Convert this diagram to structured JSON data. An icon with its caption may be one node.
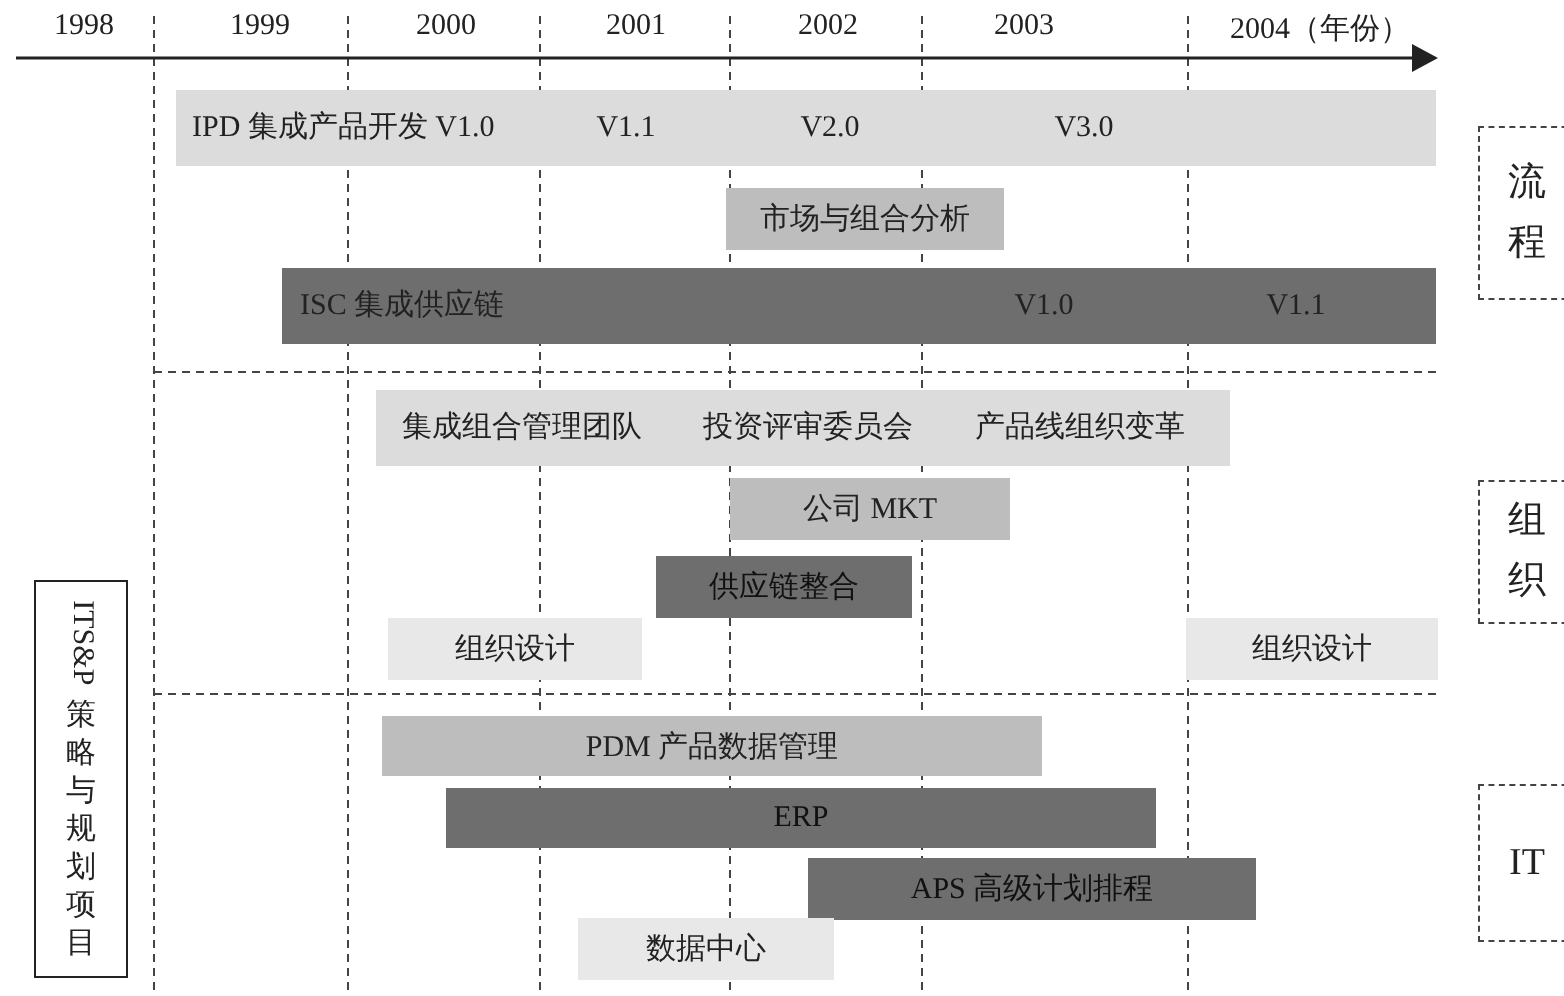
{
  "diagram": {
    "nodes": [
      {
        "text": [
          "IPD 集成产品开发 V1.0",
          "V1.1",
          "V2.0",
          "V3.0"
        ]
      },
      {
        "text": [
          "市场与组合分析"
        ]
      },
      {
        "text": [
          "ISC 集成供应链",
          "V1.0",
          "V1.1"
        ]
      },
      {
        "text": [
          "流程"
        ]
      },
      {
        "text": [
          "集成组合管理团队",
          "投资评审委员会",
          "产品线组织变革"
        ]
      },
      {
        "text": [
          "公司 MKT"
        ]
      },
      {
        "text": [
          "供应链整合"
        ]
      },
      {
        "text": [
          "组织"
        ]
      },
      {
        "text": [
          "ITS&P 策略与规划项目"
        ]
      },
      {
        "text": [
          "组织设计"
        ]
      },
      {
        "text": [
          "组织设计"
        ]
      },
      {
        "text": [
          "PDM 产品数据管理"
        ]
      },
      {
        "text": [
          "ERP"
        ]
      },
      {
        "text": [
          "APS 高级计划排程"
        ]
      },
      {
        "text": [
          "IT"
        ]
      },
      {
        "text": [
          "数据中心"
        ]
      }
    ],
    "edges": [],
    "labels": [
      "1998",
      "1999",
      "2000",
      "2001",
      "2002",
      "2003",
      "2004（年份）"
    ]
  }
}
